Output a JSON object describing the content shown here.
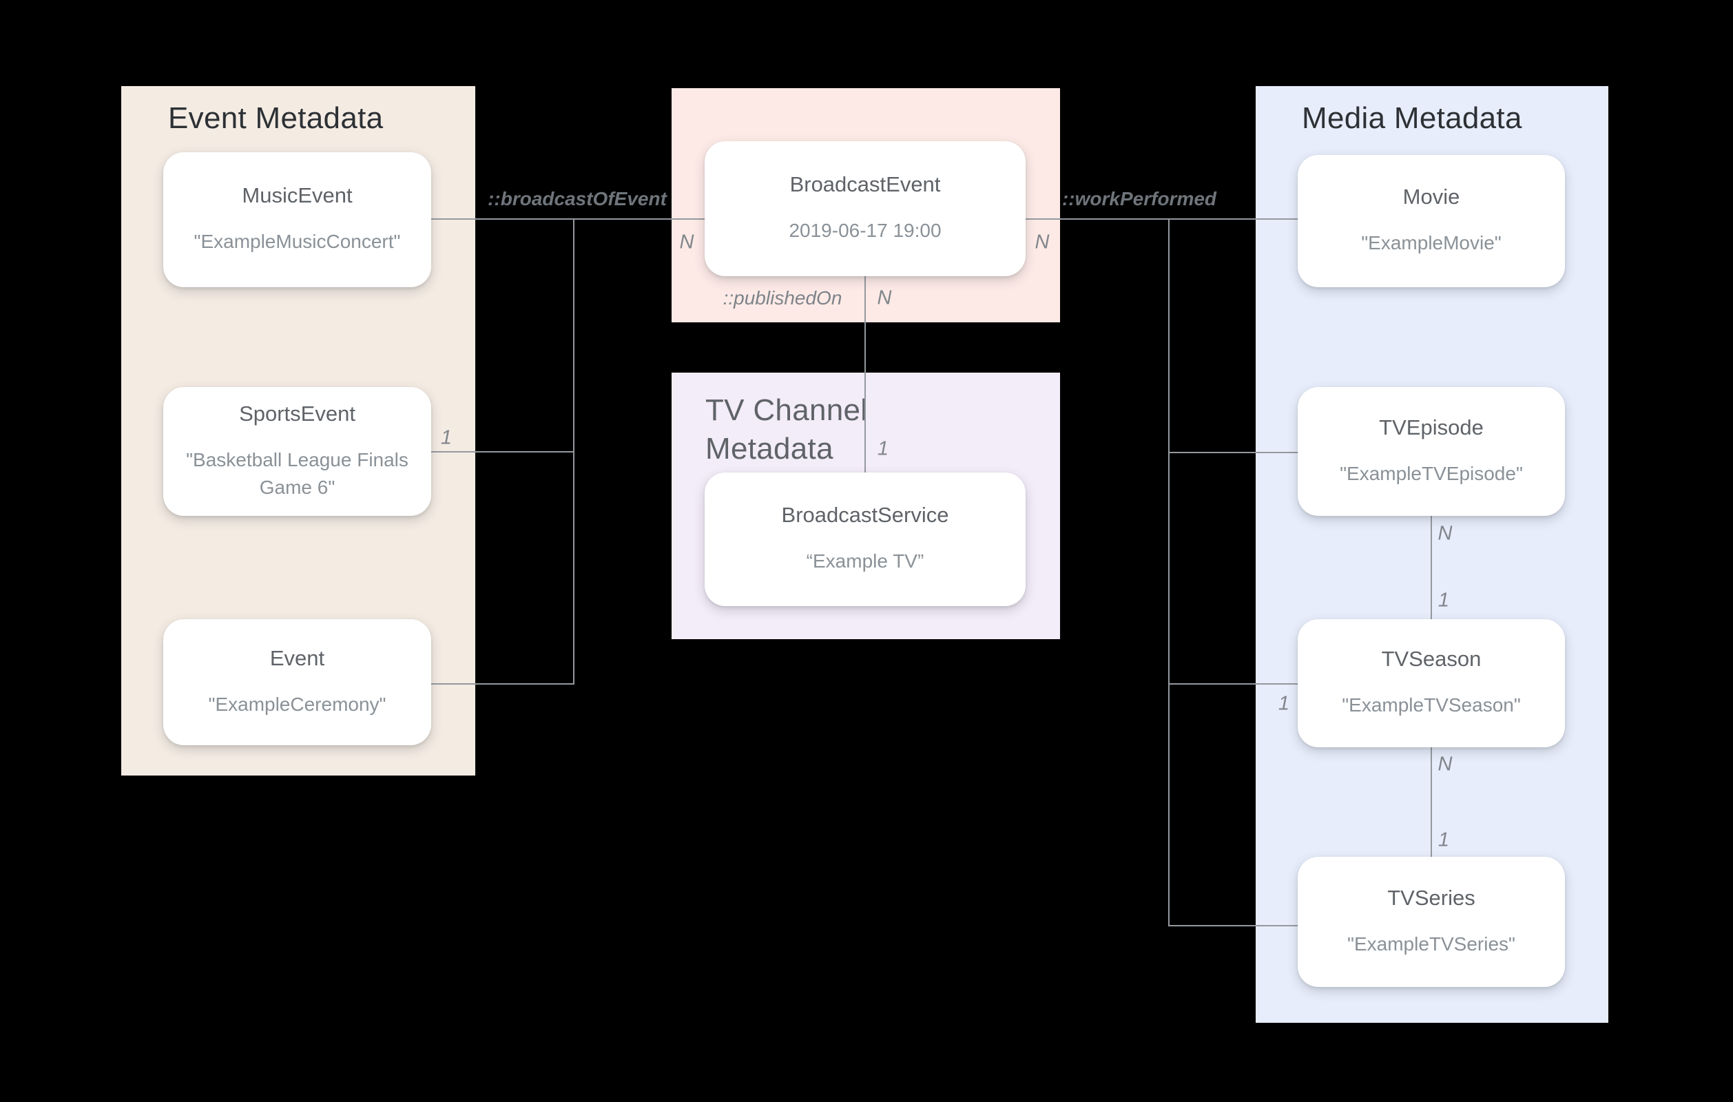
{
  "diagram": {
    "panels": {
      "event": {
        "title": "Event Metadata"
      },
      "tv_channel": {
        "title": "TV Channel Metadata"
      },
      "media": {
        "title": "Media Metadata"
      }
    },
    "cards": {
      "music_event": {
        "title": "MusicEvent",
        "value": "\"ExampleMusicConcert\""
      },
      "sports_event": {
        "title": "SportsEvent",
        "value": "\"Basketball League Finals Game 6\""
      },
      "event": {
        "title": "Event",
        "value": "\"ExampleCeremony\""
      },
      "broadcast_event": {
        "title": "BroadcastEvent",
        "value": "2019-06-17 19:00"
      },
      "broadcast_service": {
        "title": "BroadcastService",
        "value": "“Example TV”"
      },
      "movie": {
        "title": "Movie",
        "value": "\"ExampleMovie\""
      },
      "tv_episode": {
        "title": "TVEpisode",
        "value": "\"ExampleTVEpisode\""
      },
      "tv_season": {
        "title": "TVSeason",
        "value": "\"ExampleTVSeason\""
      },
      "tv_series": {
        "title": "TVSeries",
        "value": "\"ExampleTVSeries\""
      }
    },
    "relationships": {
      "broadcast_of_event": "::broadcastOfEvent",
      "work_performed": "::workPerformed",
      "published_on": "::publishedOn"
    },
    "cardinalities": {
      "broadcast_left_n": "N",
      "broadcast_right_n": "N",
      "published_on_n": "N",
      "published_on_1": "1",
      "sports_event_1": "1",
      "episode_season_n": "N",
      "episode_season_1": "1",
      "season_workperformed_1": "1",
      "season_series_n": "N",
      "season_series_1": "1"
    },
    "colors": {
      "background": "#000000",
      "event_panel": "#f4ebe3",
      "broadcast_panel": "#fdeae7",
      "tv_channel_panel": "#f3ecf9",
      "media_panel": "#e7edfb",
      "card": "#ffffff",
      "connector_line": "#94999e",
      "header_dark": "#2d3135",
      "header_medium": "#5f6368",
      "card_title_text": "#5f6368",
      "card_value_text": "#8a9197",
      "label_text": "#80868b"
    }
  }
}
